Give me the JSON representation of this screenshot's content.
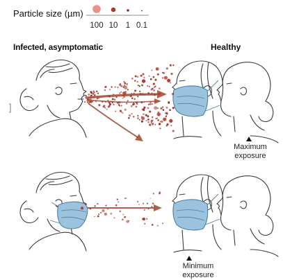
{
  "legend": {
    "title": "Particle size (µm)",
    "sizes": [
      "100",
      "10",
      "1",
      "0.1"
    ],
    "colors": [
      "#e8938a",
      "#b03828",
      "#8e2418",
      "#7a1c12"
    ]
  },
  "labels": {
    "infected": "Infected, asymptomatic",
    "healthy": "Healthy"
  },
  "notes": {
    "maximum_line1": "Maximum",
    "maximum_line2": "exposure",
    "minimum_line1": "Minimum",
    "minimum_line2": "exposure"
  },
  "colors": {
    "particle": "#9b2d1f",
    "arrow": "#a0442e",
    "mask_fill": "#9cc3de",
    "mask_stroke": "#4e7ea0",
    "line": "#3a3a3a"
  },
  "icons": [
    "exposure-marker-triangle-icon"
  ]
}
